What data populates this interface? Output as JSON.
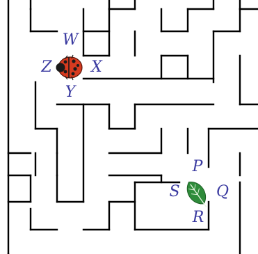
{
  "maze": {
    "wall_color": "#000000",
    "background_color": "#ffffff"
  },
  "ladybug": {
    "icon": "ladybug-icon",
    "body_color": "#d63a1f",
    "spot_color": "#1a1a1a",
    "label_color": "#3a3aa0",
    "labels": {
      "up": "W",
      "right": "X",
      "down": "Y",
      "left": "Z"
    }
  },
  "leaf": {
    "icon": "leaf-icon",
    "leaf_color": "#2e8b3a",
    "label_color": "#3a3aa0",
    "labels": {
      "up": "P",
      "right": "Q",
      "down": "R",
      "left": "S"
    }
  }
}
